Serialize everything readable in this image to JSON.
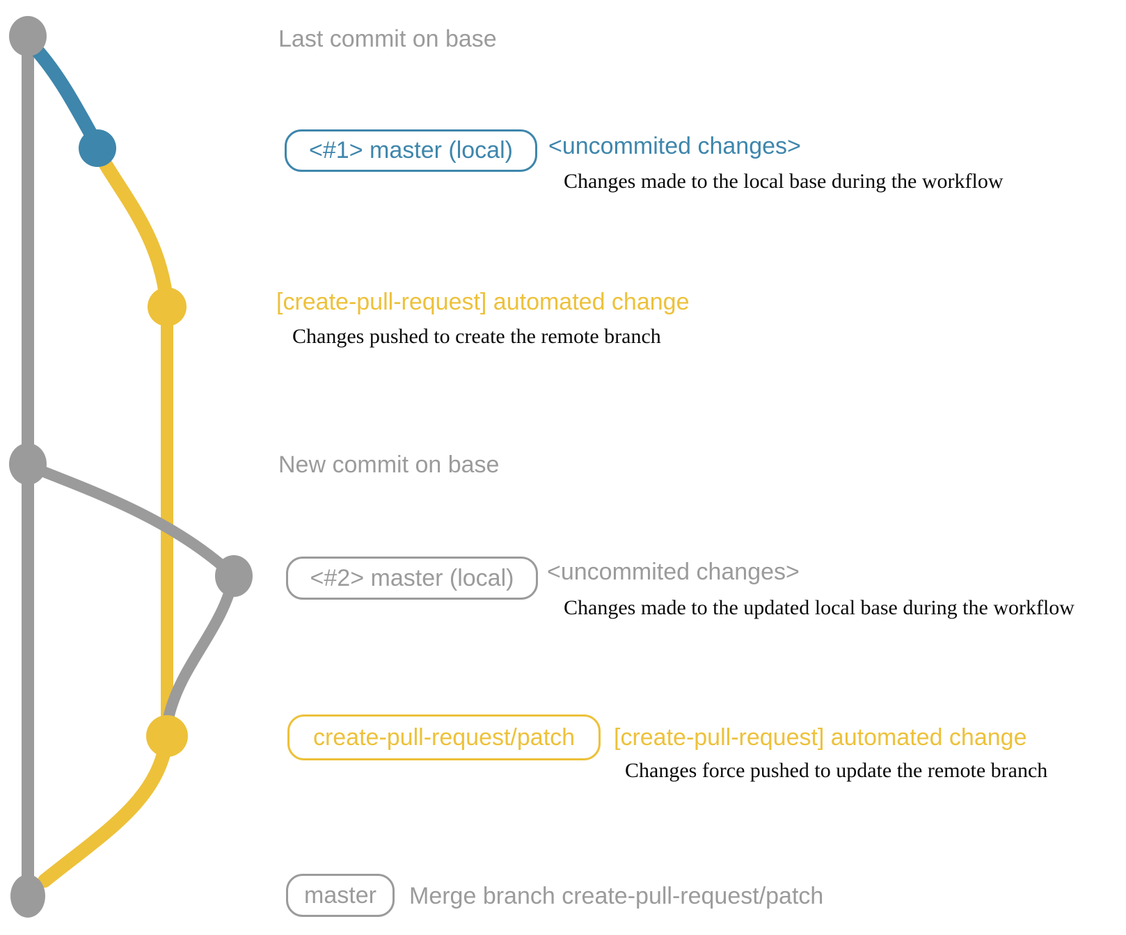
{
  "colors": {
    "gray": "#9b9b9b",
    "blue": "#3e86ac",
    "yellow": "#edc13a",
    "ink": "#0a0a0a",
    "background": "#ffffff"
  },
  "graph": {
    "dots": [
      {
        "id": "last-commit-on-base",
        "color": "gray"
      },
      {
        "id": "local-commit-1",
        "color": "blue"
      },
      {
        "id": "patch-commit-1",
        "color": "yellow"
      },
      {
        "id": "new-commit-on-base",
        "color": "gray"
      },
      {
        "id": "local-commit-2",
        "color": "gray"
      },
      {
        "id": "patch-commit-2",
        "color": "yellow"
      },
      {
        "id": "merge-commit",
        "color": "gray"
      }
    ]
  },
  "annotations": {
    "last_commit": "Last commit on base",
    "new_commit": "New commit on base"
  },
  "rows": {
    "local1": {
      "badge": "<#1> master (local)",
      "message": "<uncommited changes>",
      "note": "Changes made to the local base during the workflow"
    },
    "push1": {
      "message": "[create-pull-request] automated change",
      "note": "Changes pushed to create the remote branch"
    },
    "local2": {
      "badge": "<#2> master (local)",
      "message": "<uncommited changes>",
      "note": "Changes made to the updated local base during the workflow"
    },
    "push2": {
      "badge": "create-pull-request/patch",
      "message": "[create-pull-request] automated change",
      "note": "Changes force pushed to update the remote branch"
    },
    "merge": {
      "badge": "master",
      "message": "Merge branch create-pull-request/patch"
    }
  }
}
